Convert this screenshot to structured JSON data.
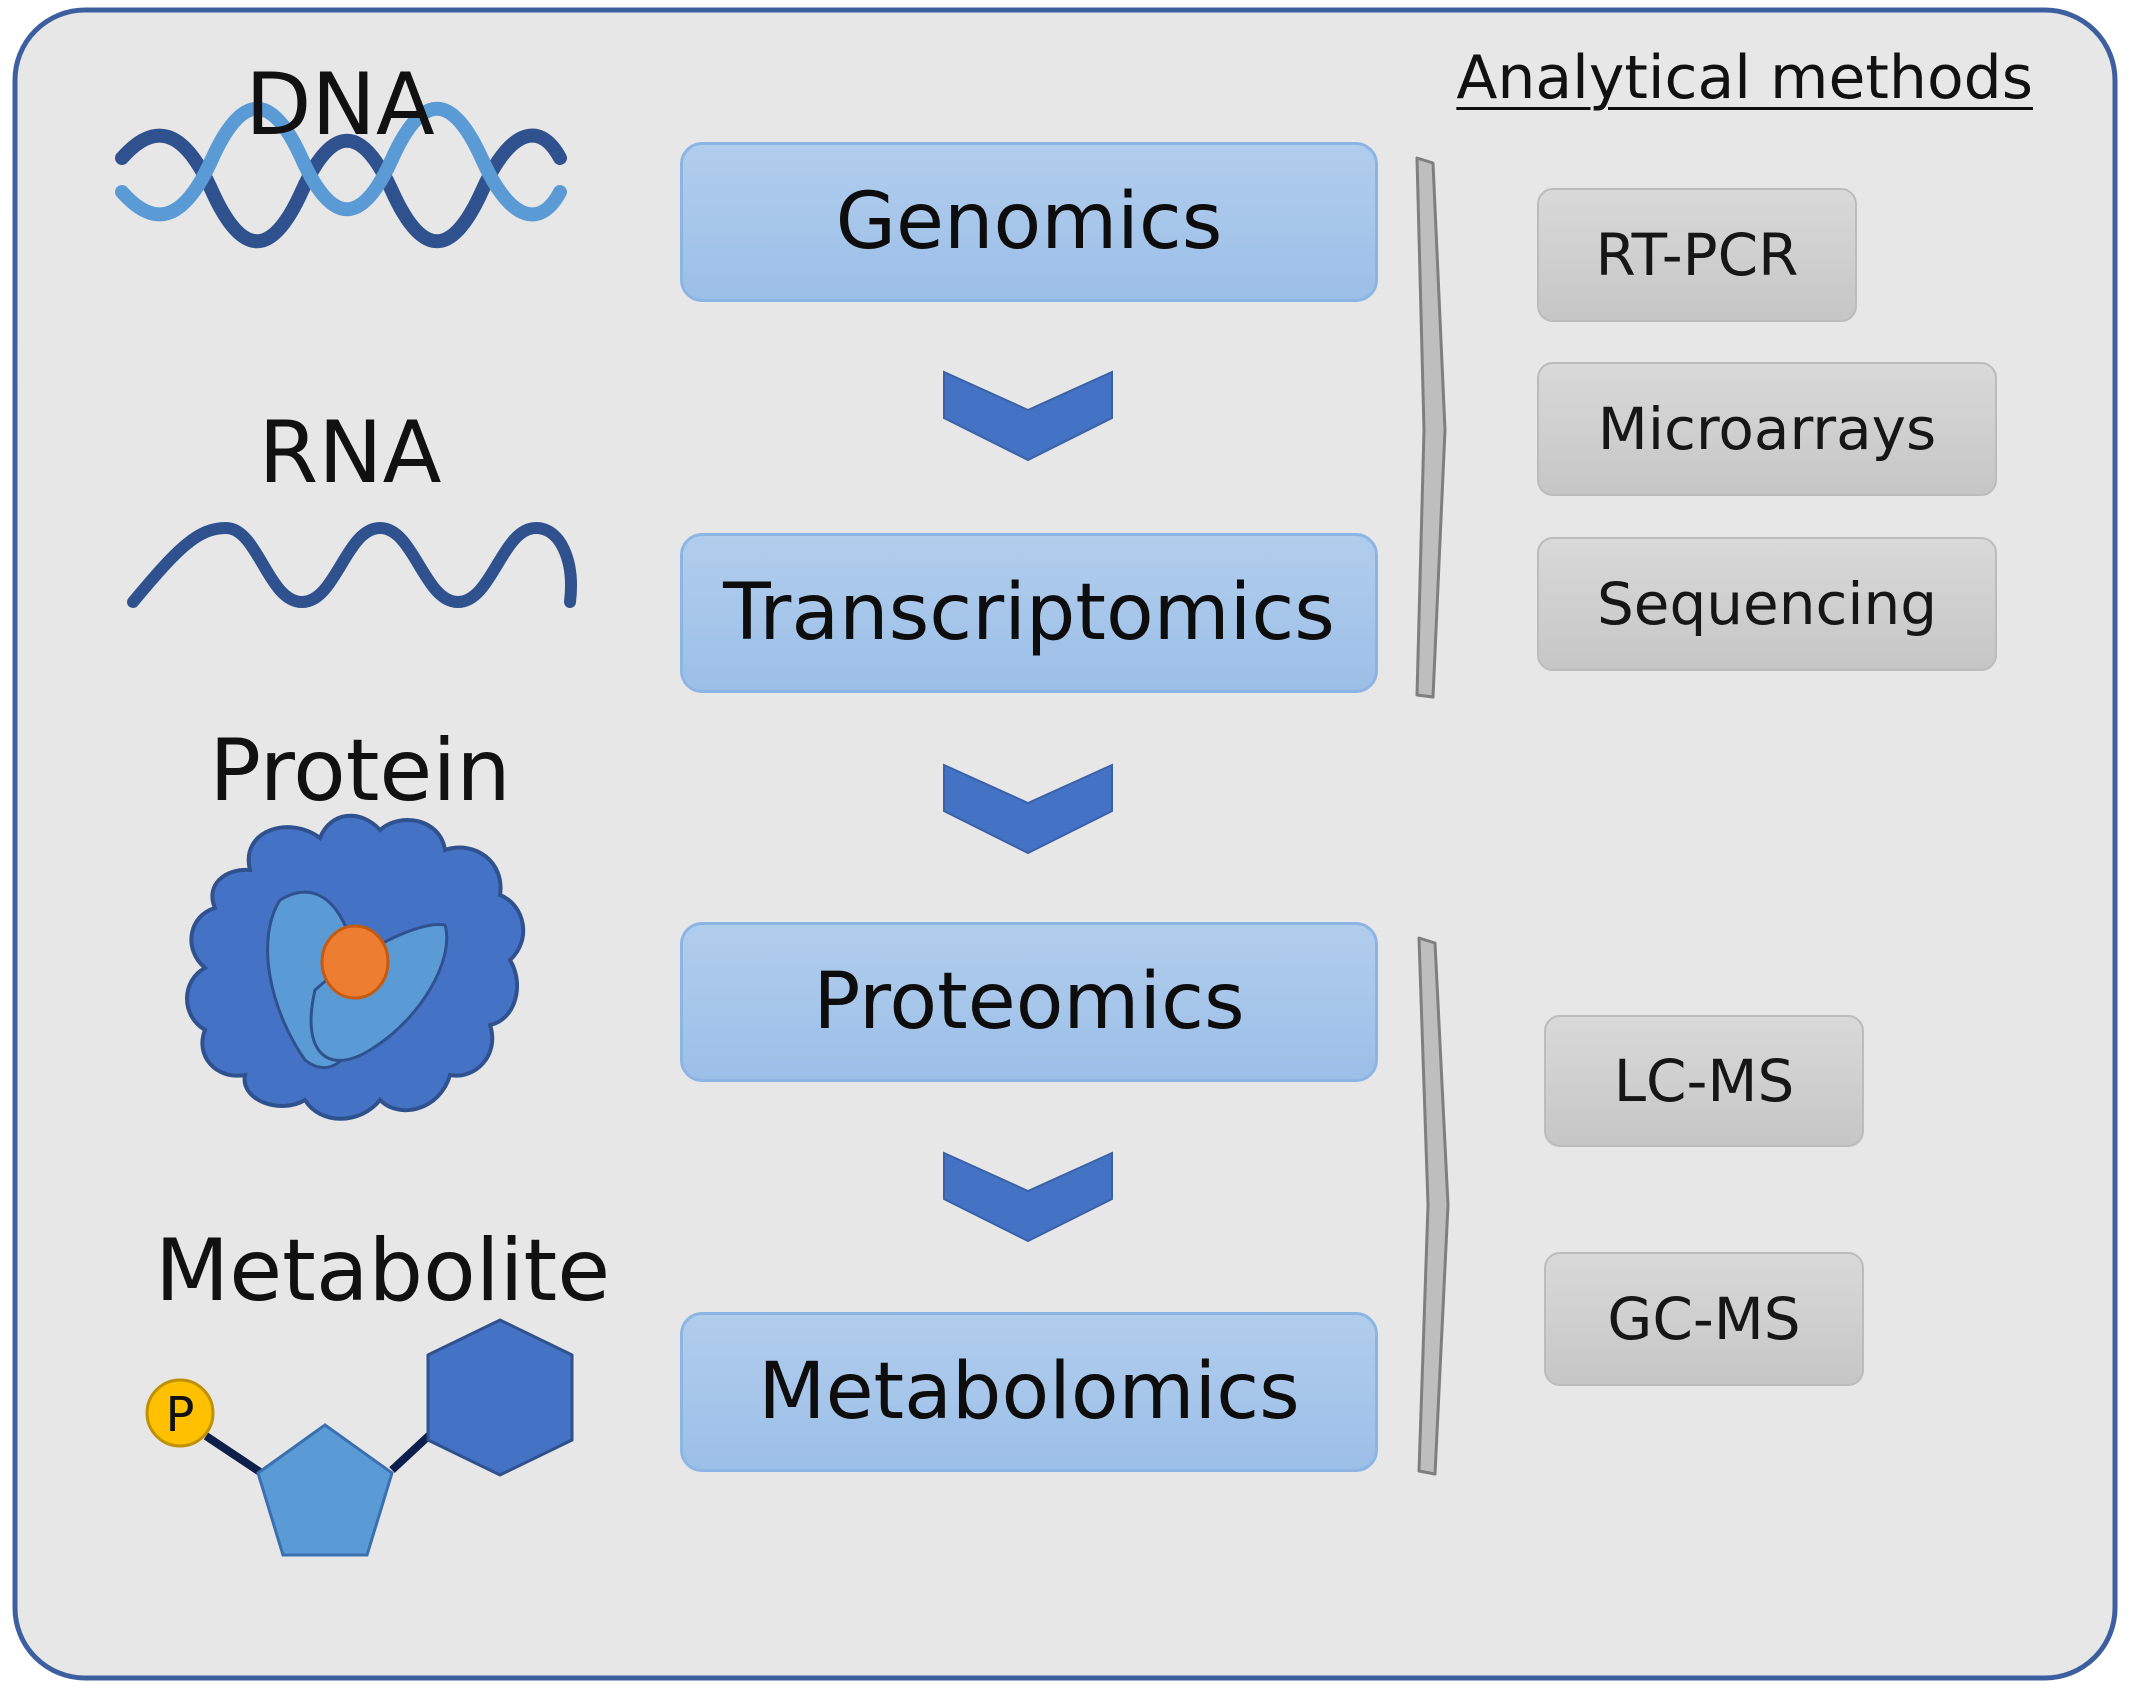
{
  "methods_heading": "Analytical methods",
  "molecules": [
    {
      "label": "DNA",
      "icon": "dna-helix-icon"
    },
    {
      "label": "RNA",
      "icon": "rna-strand-icon"
    },
    {
      "label": "Protein",
      "icon": "protein-icon"
    },
    {
      "label": "Metabolite",
      "icon": "metabolite-icon"
    }
  ],
  "omics": [
    "Genomics",
    "Transcriptomics",
    "Proteomics",
    "Metabolomics"
  ],
  "methods": {
    "nucleic_acid": [
      "RT-PCR",
      "Microarrays",
      "Sequencing"
    ],
    "small_molecule": [
      "LC-MS",
      "GC-MS"
    ]
  },
  "phosphate_label": "P",
  "colors": {
    "background": "#e7e7e7",
    "frame_border": "#3d5fa0",
    "omic_box": "#a5c5ea",
    "chevron": "#4472c4",
    "method_box": "#cfcfcf",
    "dark_blue": "#2f528f",
    "mid_blue": "#4472c4",
    "light_blue": "#5b9bd5",
    "orange": "#ed7d31",
    "phosphate": "#ffc000"
  }
}
